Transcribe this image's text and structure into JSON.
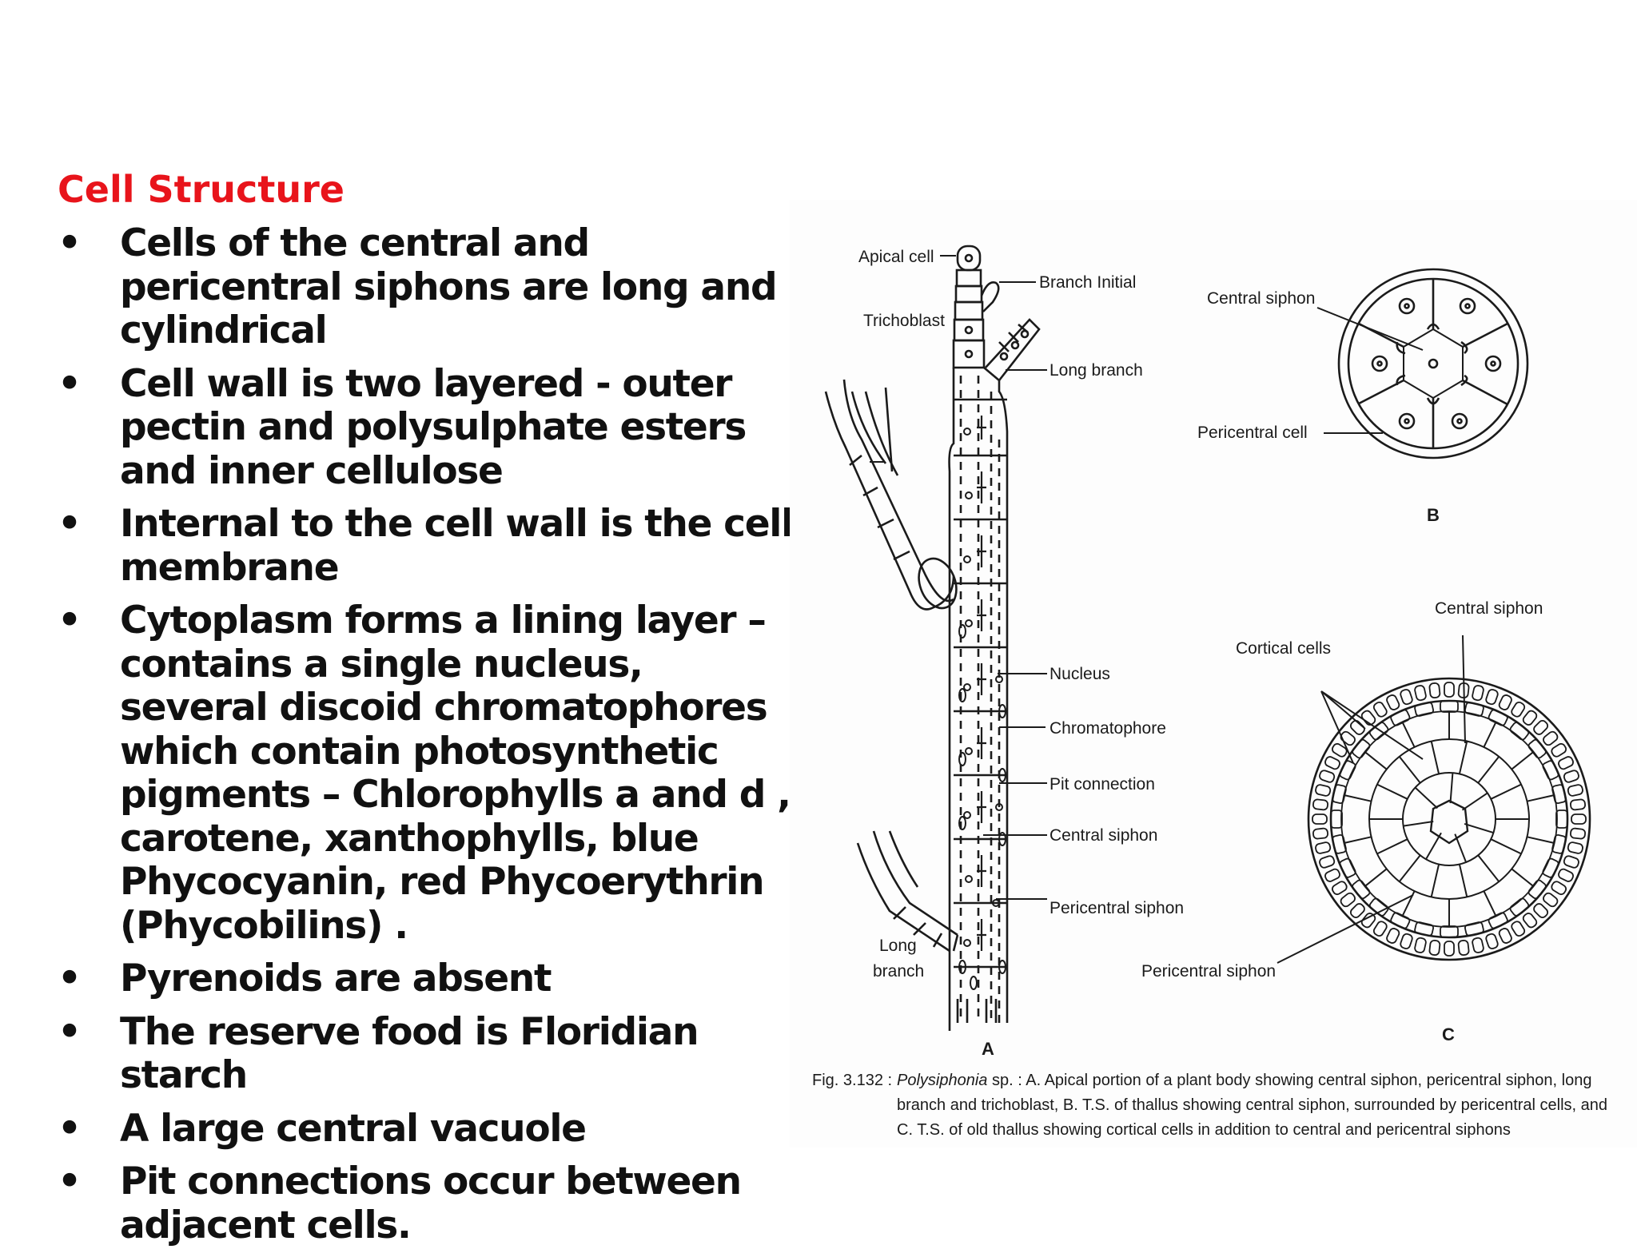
{
  "heading": "Cell Structure",
  "bullet_symbol": "•",
  "bullets": [
    "Cells of the central and pericentral siphons   are long and cylindrical",
    "Cell wall is two layered -  outer pectin and polysulphate esters and inner cellulose",
    "Internal to the cell wall is the cell membrane",
    "Cytoplasm forms a lining layer – contains a single nucleus, several discoid chromatophores which contain photosynthetic pigments – Chlorophylls a and d , carotene, xanthophylls, blue Phycocyanin, red Phycoerythrin (Phycobilins) .",
    "Pyrenoids are absent",
    "The reserve food is Floridian starch",
    "A large central vacuole",
    "Pit connections occur between adjacent cells."
  ],
  "figure": {
    "labels": {
      "apical_cell": "Apical cell",
      "branch_initial": "Branch Initial",
      "trichoblast": "Trichoblast",
      "long_branch_top": "Long branch",
      "nucleus": "Nucleus",
      "chromatophore": "Chromatophore",
      "pit_connection": "Pit connection",
      "central_siphon_a": "Central siphon",
      "pericentral_siphon_a": "Pericentral siphon",
      "long_branch_bottom_1": "Long",
      "long_branch_bottom_2": "branch",
      "letter_a": "A",
      "central_siphon_b": "Central siphon",
      "pericentral_cell_b": "Pericentral cell",
      "letter_b": "B",
      "central_siphon_c": "Central siphon",
      "cortical_cells_c": "Cortical cells",
      "pericentral_siphon_c": "Pericentral siphon",
      "letter_c": "C"
    },
    "caption_figno": "Fig. 3.132 :",
    "caption_genus": "Polysiphonia",
    "caption_text": " sp. : A. Apical portion of a plant body showing central siphon, pericentral siphon, long branch and trichoblast, B. T.S. of thallus showing central siphon, surrounded by pericentral cells, and C. T.S. of old thallus showing cortical cells in addition to central and pericentral siphons"
  }
}
